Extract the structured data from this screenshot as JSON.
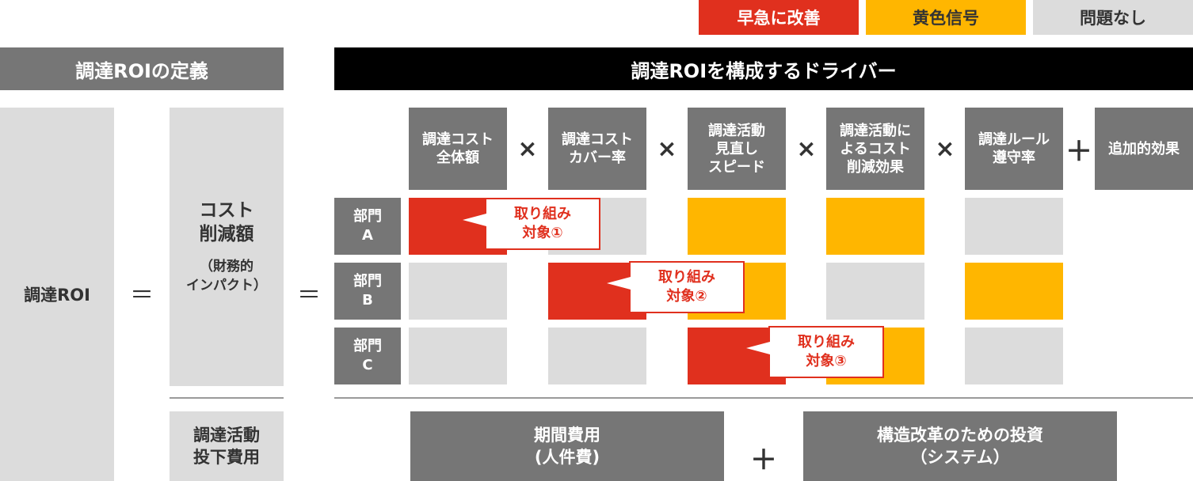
{
  "legend": {
    "urgent": "早急に改善",
    "yellow": "黄色信号",
    "ok": "問題なし",
    "colors": {
      "urgent": "#e0301e",
      "yellow": "#ffb600",
      "ok": "#dcdcdc"
    }
  },
  "headers": {
    "definition": "調達ROIの定義",
    "drivers": "調達ROIを構成するドライバー"
  },
  "definition": {
    "roi": "調達ROI",
    "equals": "＝",
    "cost_reduction_line1": "コスト",
    "cost_reduction_line2": "削減額",
    "cost_reduction_sub1": "（財務的",
    "cost_reduction_sub2": "インパクト）",
    "equals2": "＝",
    "activity_cost_line1": "調達活動",
    "activity_cost_line2": "投下費用"
  },
  "drivers": [
    {
      "lines": [
        "調達コスト",
        "全体額"
      ]
    },
    {
      "lines": [
        "調達コスト",
        "カバー率"
      ]
    },
    {
      "lines": [
        "調達活動",
        "見直し",
        "スピード"
      ]
    },
    {
      "lines": [
        "調達活動に",
        "よるコスト",
        "削減効果"
      ]
    },
    {
      "lines": [
        "調達ルール",
        "遵守率"
      ]
    },
    {
      "lines": [
        "追加的効果"
      ]
    }
  ],
  "operators": {
    "times": "×",
    "plus": "＋"
  },
  "departments": [
    {
      "line1": "部門",
      "line2": "A",
      "status": [
        "urgent",
        "ok",
        "yellow",
        "yellow",
        "ok"
      ],
      "callout": {
        "line1": "取り組み",
        "line2": "対象①"
      }
    },
    {
      "line1": "部門",
      "line2": "B",
      "status": [
        "ok",
        "urgent",
        "yellow",
        "ok",
        "yellow"
      ],
      "callout": {
        "line1": "取り組み",
        "line2": "対象②"
      }
    },
    {
      "line1": "部門",
      "line2": "C",
      "status": [
        "ok",
        "ok",
        "urgent",
        "yellow",
        "ok"
      ],
      "callout": {
        "line1": "取り組み",
        "line2": "対象③"
      }
    }
  ],
  "investment": {
    "period_line1": "期間費用",
    "period_line2": "(人件費)",
    "plus": "＋",
    "structural_line1": "構造改革のための投資",
    "structural_line2": "（システム）"
  }
}
